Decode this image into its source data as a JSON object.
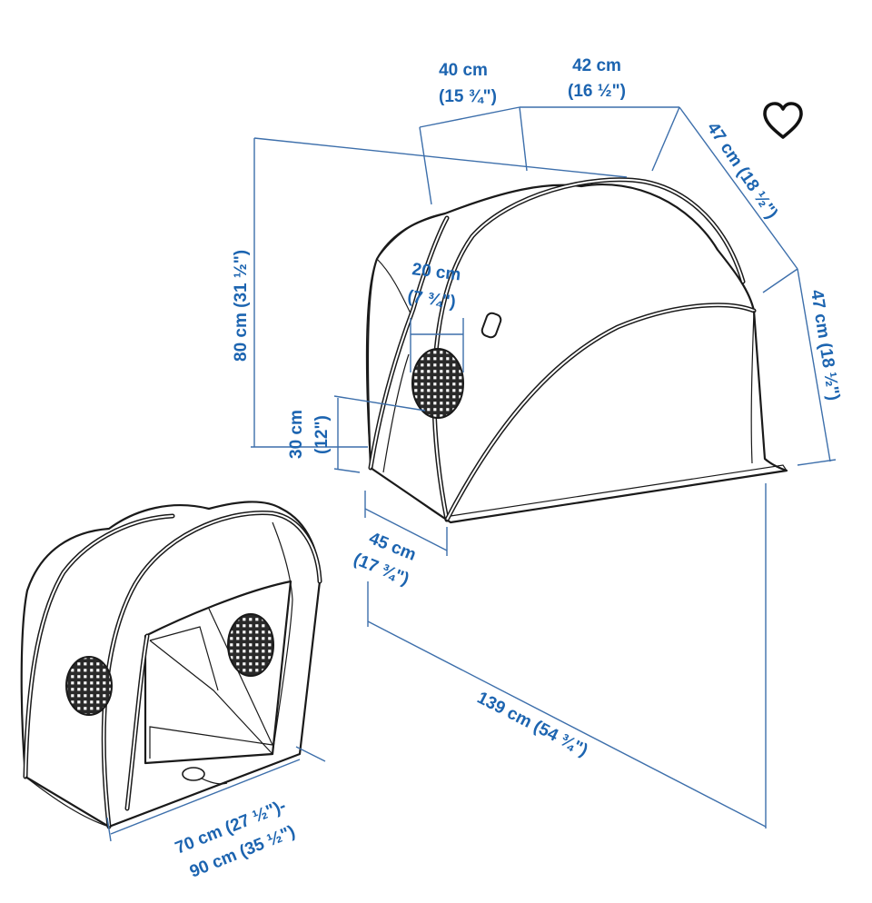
{
  "favorite": {
    "icon": "heart-outline-icon"
  },
  "dimensions": {
    "depth_top": {
      "metric": "40 cm",
      "imperial": "(15 ¾\")"
    },
    "width_top": {
      "metric": "42 cm",
      "imperial": "(16 ½\")"
    },
    "side_slant": {
      "metric": "47 cm",
      "imperial": "(18 ½\")"
    },
    "side_height": {
      "metric": "47 cm",
      "imperial": "(18 ½\")"
    },
    "total_height": {
      "metric": "80 cm",
      "imperial": "(31 ½\")"
    },
    "vent_width": {
      "metric": "20 cm",
      "imperial": "(7 ¾\")"
    },
    "vent_height": {
      "metric": "30 cm",
      "imperial": "(12\")"
    },
    "base_depth": {
      "metric": "45 cm",
      "imperial": "(17 ¾\")"
    },
    "total_length": {
      "metric": "139 cm",
      "imperial": "(54 ¾\")"
    },
    "adjustable_width": {
      "line1": "70 cm (27 ½\")-",
      "line2": "90 cm (35 ½\")"
    }
  },
  "colors": {
    "dimension_text": "#1c64b0",
    "dimension_line": "#3d6fab",
    "outline": "#1a1a1a"
  }
}
